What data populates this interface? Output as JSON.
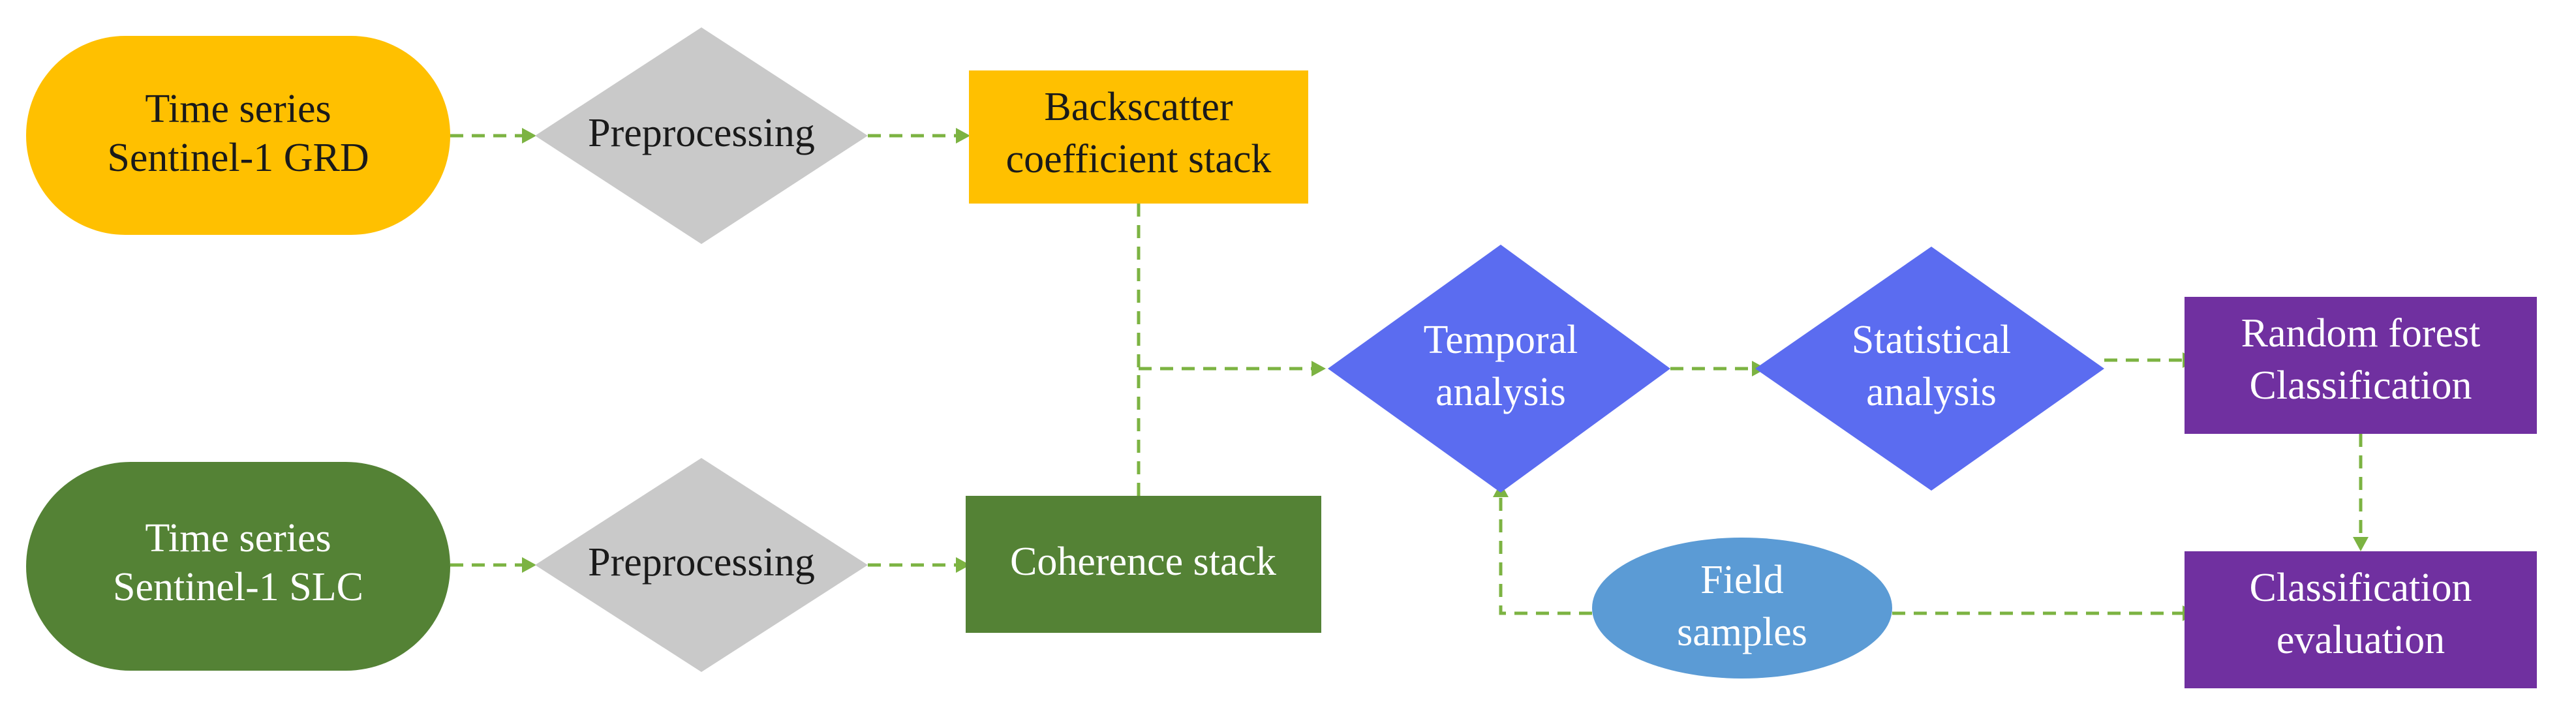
{
  "diagram": {
    "nodes": {
      "grd": {
        "lines": [
          "Time series",
          "Sentinel-1 GRD"
        ],
        "shape": "rounded-terminal",
        "color": "#ffc000"
      },
      "prep_top": {
        "lines": [
          "Preprocessing"
        ],
        "shape": "diamond",
        "color": "#c9c9c9"
      },
      "backscatter": {
        "lines": [
          "Backscatter",
          "coefficient stack"
        ],
        "shape": "rectangle",
        "color": "#ffc000"
      },
      "slc": {
        "lines": [
          "Time series",
          "Sentinel-1 SLC"
        ],
        "shape": "rounded-terminal",
        "color": "#548235"
      },
      "prep_bottom": {
        "lines": [
          "Preprocessing"
        ],
        "shape": "diamond",
        "color": "#c9c9c9"
      },
      "coherence": {
        "lines": [
          "Coherence stack"
        ],
        "shape": "rectangle",
        "color": "#548235"
      },
      "temporal": {
        "lines": [
          "Temporal",
          "analysis"
        ],
        "shape": "diamond",
        "color": "#5b6cf0"
      },
      "statistical": {
        "lines": [
          "Statistical",
          "analysis"
        ],
        "shape": "diamond",
        "color": "#5b6cf0"
      },
      "random_forest": {
        "lines": [
          "Random forest",
          "Classification"
        ],
        "shape": "rectangle",
        "color": "#7030a0"
      },
      "evaluation": {
        "lines": [
          "Classification",
          "evaluation"
        ],
        "shape": "rectangle",
        "color": "#7030a0"
      },
      "field": {
        "lines": [
          "Field",
          "samples"
        ],
        "shape": "ellipse",
        "color": "#5b9bd5"
      }
    },
    "edges": [
      {
        "from": "grd",
        "to": "prep_top"
      },
      {
        "from": "prep_top",
        "to": "backscatter"
      },
      {
        "from": "backscatter",
        "to": "temporal"
      },
      {
        "from": "coherence",
        "to": "temporal"
      },
      {
        "from": "slc",
        "to": "prep_bottom"
      },
      {
        "from": "prep_bottom",
        "to": "coherence"
      },
      {
        "from": "temporal",
        "to": "statistical"
      },
      {
        "from": "statistical",
        "to": "random_forest"
      },
      {
        "from": "random_forest",
        "to": "evaluation"
      },
      {
        "from": "field",
        "to": "temporal"
      },
      {
        "from": "field",
        "to": "evaluation"
      }
    ],
    "connector_color": "#7cb342"
  }
}
